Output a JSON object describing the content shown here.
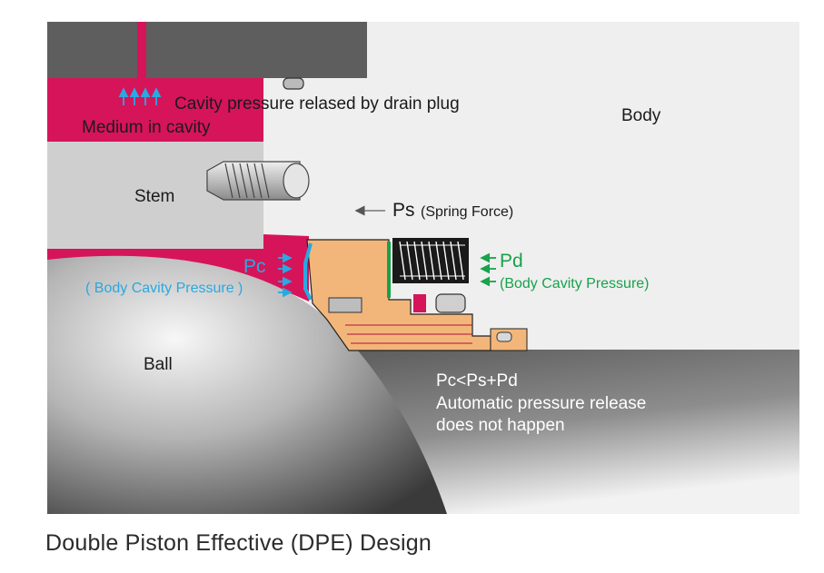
{
  "labels": {
    "cavity_release": "Cavity pressure relased by drain plug",
    "medium": "Medium in cavity",
    "body": "Body",
    "stem": "Stem",
    "ps_symbol": "Ps",
    "ps_desc": "(Spring Force)",
    "pc_symbol": "Pc",
    "pc_desc": "( Body Cavity Pressure )",
    "pd_symbol": "Pd",
    "pd_desc": "(Body Cavity Pressure)",
    "ball": "Ball",
    "condition_formula": "Pc<Ps+Pd",
    "condition_line1": "Automatic pressure release",
    "condition_line2": "does not happen"
  },
  "caption": "Double Piston Effective (DPE) Design",
  "colors": {
    "medium": "#d6145a",
    "pc_blue": "#2aa8e0",
    "pd_green": "#16a34a",
    "seat": "#f3b67a",
    "body": "#efefef",
    "stem": "#cfcfcf",
    "dark_body": "#777777"
  }
}
